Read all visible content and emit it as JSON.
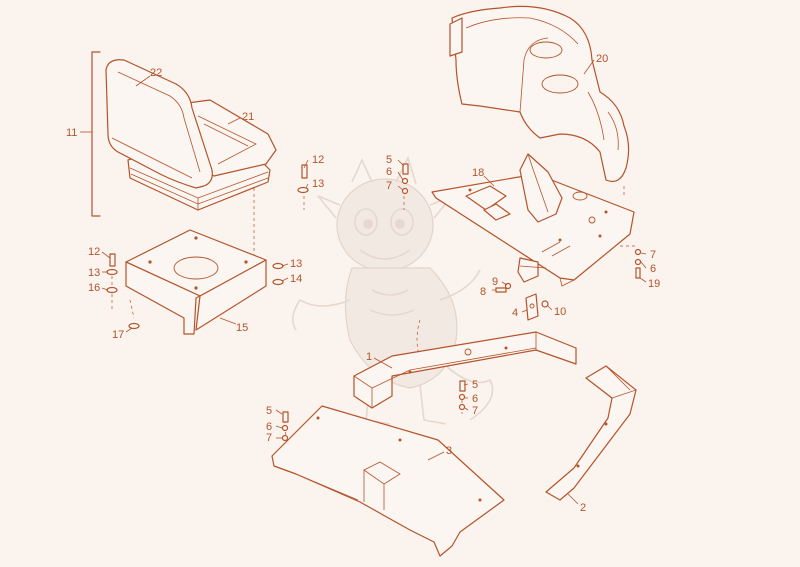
{
  "diagram": {
    "colors": {
      "line": "#b5542a",
      "background": "#faf3ee",
      "watermark": "#e6d8cf"
    },
    "watermark": "dragon mascot",
    "callouts": [
      {
        "id": "c11",
        "label": "11"
      },
      {
        "id": "c22",
        "label": "22"
      },
      {
        "id": "c21",
        "label": "21"
      },
      {
        "id": "c12a",
        "label": "12"
      },
      {
        "id": "c13a",
        "label": "13"
      },
      {
        "id": "c12b",
        "label": "12"
      },
      {
        "id": "c13b",
        "label": "13"
      },
      {
        "id": "c16",
        "label": "16"
      },
      {
        "id": "c17",
        "label": "17"
      },
      {
        "id": "c13c",
        "label": "13"
      },
      {
        "id": "c14",
        "label": "14"
      },
      {
        "id": "c15",
        "label": "15"
      },
      {
        "id": "c5a",
        "label": "5"
      },
      {
        "id": "c6a",
        "label": "6"
      },
      {
        "id": "c7a",
        "label": "7"
      },
      {
        "id": "c18",
        "label": "18"
      },
      {
        "id": "c20",
        "label": "20"
      },
      {
        "id": "c7b",
        "label": "7"
      },
      {
        "id": "c6b",
        "label": "6"
      },
      {
        "id": "c19",
        "label": "19"
      },
      {
        "id": "c9",
        "label": "9"
      },
      {
        "id": "c8",
        "label": "8"
      },
      {
        "id": "c4",
        "label": "4"
      },
      {
        "id": "c10",
        "label": "10"
      },
      {
        "id": "c1",
        "label": "1"
      },
      {
        "id": "c5b",
        "label": "5"
      },
      {
        "id": "c6c",
        "label": "6"
      },
      {
        "id": "c7c",
        "label": "7"
      },
      {
        "id": "c5c",
        "label": "5"
      },
      {
        "id": "c6d",
        "label": "6"
      },
      {
        "id": "c7d",
        "label": "7"
      },
      {
        "id": "c3",
        "label": "3"
      },
      {
        "id": "c2",
        "label": "2"
      }
    ]
  }
}
